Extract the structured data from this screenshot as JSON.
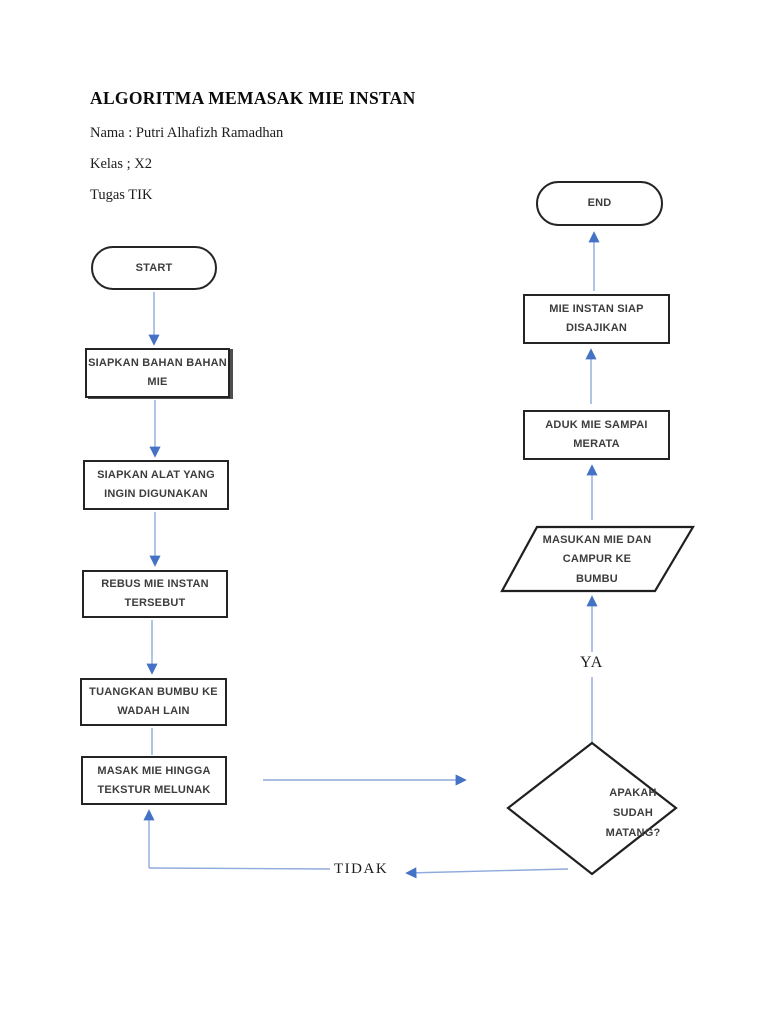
{
  "page": {
    "title": "ALGORITMA MEMASAK MIE INSTAN",
    "meta": {
      "name": "Nama : Putri Alhafizh Ramadhan",
      "class": "Kelas ; X2",
      "task": "Tugas TIK"
    }
  },
  "flowchart": {
    "terminators": {
      "start": "START",
      "end": "END"
    },
    "processes": {
      "siapkan_bahan": "SIAPKAN BAHAN BAHAN MIE",
      "siapkan_alat": "SIAPKAN ALAT YANG INGIN DIGUNAKAN",
      "rebus_mie": "REBUS MIE INSTAN TERSEBUT",
      "tuangkan_bumbu": "TUANGKAN BUMBU KE WADAH LAIN",
      "masak_mie": "MASAK MIE HINGGA TEKSTUR MELUNAK",
      "aduk_mie": "ADUK MIE SAMPAI MERATA",
      "mie_siap": "MIE INSTAN SIAP DISAJIKAN"
    },
    "io": {
      "masukan_mie": "MASUKAN MIE DAN CAMPUR KE BUMBU"
    },
    "decision": {
      "apakah_matang": "APAKAH SUDAH MATANG?"
    },
    "branch_labels": {
      "yes": "YA",
      "no": "TIDAK"
    }
  },
  "colors": {
    "connector_line": "#8faadc",
    "connector_head": "#4472c4",
    "shape_border": "#242424",
    "node_text": "#3d3d3d"
  }
}
